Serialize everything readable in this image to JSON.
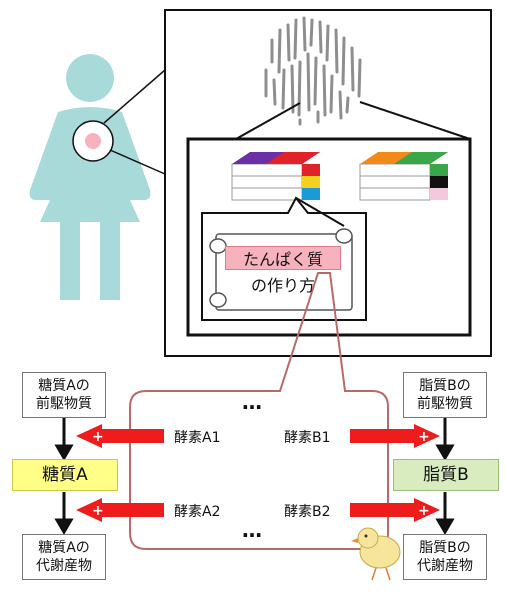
{
  "scroll": {
    "line1": "たんぱく質",
    "line2": "の作り方"
  },
  "left": {
    "precursor": "糖質Aの\n前駆物質",
    "main": "糖質A",
    "metabolite": "糖質Aの\n代謝産物"
  },
  "right": {
    "precursor": "脂質Bの\n前駆物質",
    "main": "脂質B",
    "metabolite": "脂質Bの\n代謝産物"
  },
  "enzymes": {
    "a1": "酵素A1",
    "b1": "酵素B1",
    "a2": "酵素A2",
    "b2": "酵素B2"
  },
  "ellipsis_top": "…",
  "ellipsis_bottom": "…",
  "colors": {
    "person": "#a9dada",
    "arrow_red": "#ee1c1c",
    "ring": "#b86a6a",
    "highlight_pink": "#f6b3bd",
    "yellow_box": "#ffff88",
    "green_box": "#d8ecbf"
  }
}
